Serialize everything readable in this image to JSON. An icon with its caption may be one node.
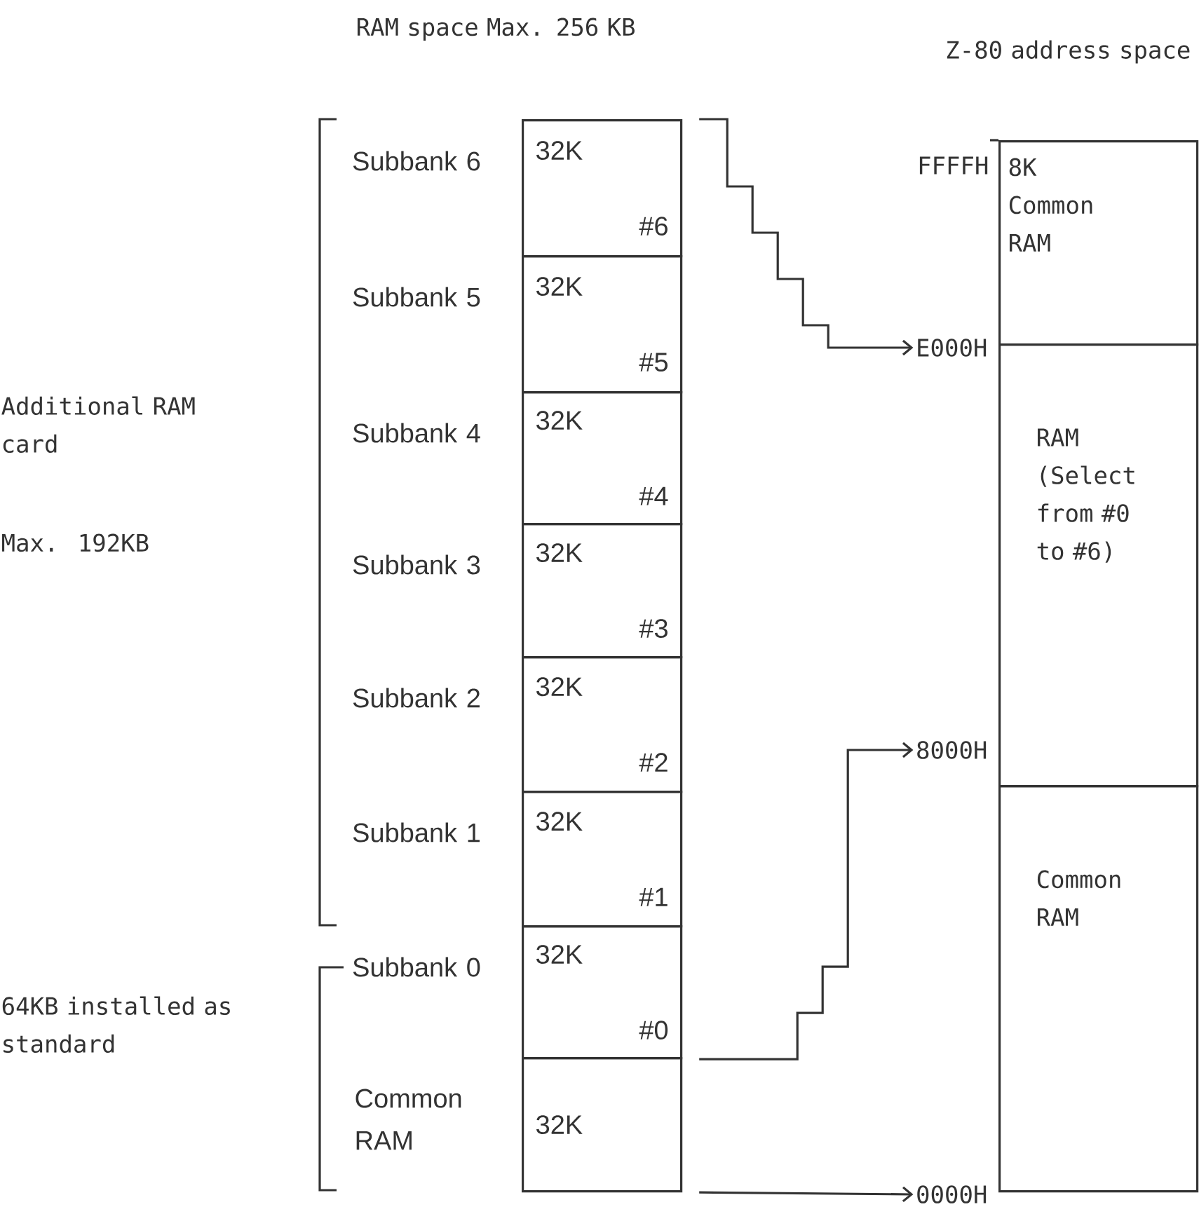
{
  "diagram": {
    "nodes": [
      {
        "text": [
          "32K",
          "#6"
        ],
        "beside": [
          "Subbank 6"
        ]
      },
      {
        "text": [
          "32K",
          "#5"
        ],
        "beside": [
          "Subbank 5"
        ]
      },
      {
        "text": [
          "32K",
          "#4"
        ],
        "beside": [
          "Subbank 4"
        ]
      },
      {
        "text": [
          "32K",
          "#3"
        ],
        "beside": [
          "Subbank 3"
        ]
      },
      {
        "text": [
          "32K",
          "#2"
        ],
        "beside": [
          "Subbank 2"
        ]
      },
      {
        "text": [
          "32K",
          "#1"
        ],
        "beside": [
          "Subbank 1"
        ]
      },
      {
        "text": [
          "32K",
          "#0"
        ],
        "beside": [
          "Subbank 0"
        ]
      },
      {
        "text": [
          "32K"
        ],
        "beside": [
          "Common RAM"
        ]
      },
      {
        "text": [
          "8K Common RAM"
        ]
      },
      {
        "text": [
          "RAM (Select from #0 to #6)"
        ]
      },
      {
        "text": [
          "Common RAM"
        ]
      },
      {
        "text": [
          "E000H"
        ]
      },
      {
        "text": [
          "8000H"
        ]
      },
      {
        "text": [
          "0000H"
        ]
      }
    ],
    "edges": [
      {
        "from": 0,
        "to": 11,
        "arrow": "to"
      },
      {
        "from": 6,
        "to": 12,
        "arrow": "to"
      },
      {
        "from": 7,
        "to": 13,
        "arrow": "to"
      }
    ],
    "labels": [
      "RAM space Max. 256 KB",
      "Z-80 address space",
      "FFFFH",
      "Additional RAM card",
      "Max. 192KB",
      "64KB installed as standard"
    ]
  }
}
